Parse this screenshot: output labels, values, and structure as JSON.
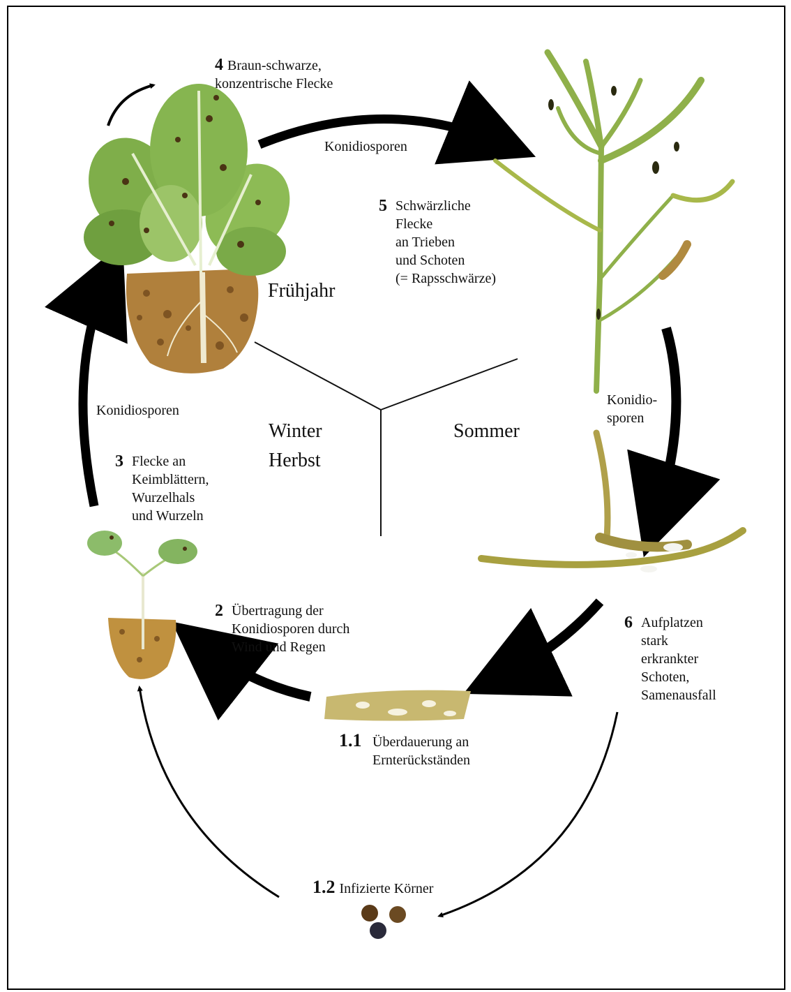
{
  "labels": {
    "step4": {
      "num": "4",
      "text": "Braun-schwarze,\nkonzentrische Flecke"
    },
    "step5": {
      "num": "5",
      "text": "Schwärzliche\nFlecke\nan Trieben\nund Schoten\n(= Rapsschwärze)"
    },
    "step3": {
      "num": "3",
      "text": "Flecke an\nKeimblättern,\nWurzelhals\nund Wurzeln"
    },
    "step2": {
      "num": "2",
      "text": "Übertragung der\nKonidiosporen durch\nWind und Regen"
    },
    "step6": {
      "num": "6",
      "text": "Aufplatzen\nstark\nerkrankter\nSchoten,\nSamenausfall"
    },
    "step11": {
      "num": "1.1",
      "text": "Überdauerung an\nErnterückständen"
    },
    "step12": {
      "num": "1.2",
      "text": "Infizierte Körner"
    }
  },
  "arrows": {
    "top": "Konidiosporen",
    "left": "Konidiosporen",
    "right": "Konidio-\nsporen"
  },
  "seasons": {
    "spring": "Frühjahr",
    "winter": "Winter",
    "autumn": "Herbst",
    "summer": "Sommer"
  },
  "colors": {
    "leaf": "#7fae4a",
    "leaf_dark": "#4f7d2c",
    "soil": "#b0803c",
    "pod": "#b8b24a",
    "arrow": "#000000"
  }
}
